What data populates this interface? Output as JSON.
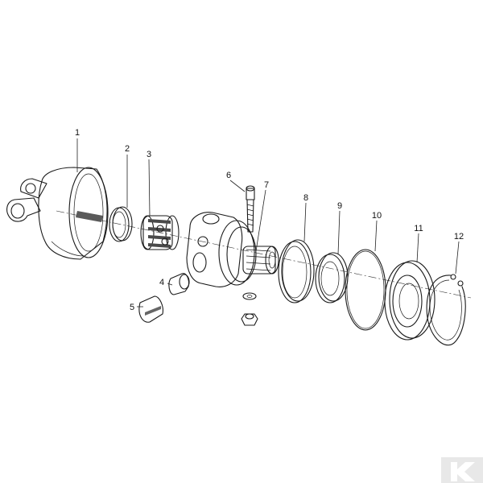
{
  "diagram": {
    "parts": [
      {
        "label": "1"
      },
      {
        "label": "2"
      },
      {
        "label": "3"
      },
      {
        "label": "4"
      },
      {
        "label": "5"
      },
      {
        "label": "6"
      },
      {
        "label": "7"
      },
      {
        "label": "8"
      },
      {
        "label": "9"
      },
      {
        "label": "10"
      },
      {
        "label": "11"
      },
      {
        "label": "12"
      }
    ],
    "colors": {
      "ink": "#1a1a1a",
      "shade": "#8a8a8a",
      "light_shade": "#cfcfcf",
      "logo": "#d9d9d9"
    },
    "logo_icon": "k-logo-icon"
  }
}
